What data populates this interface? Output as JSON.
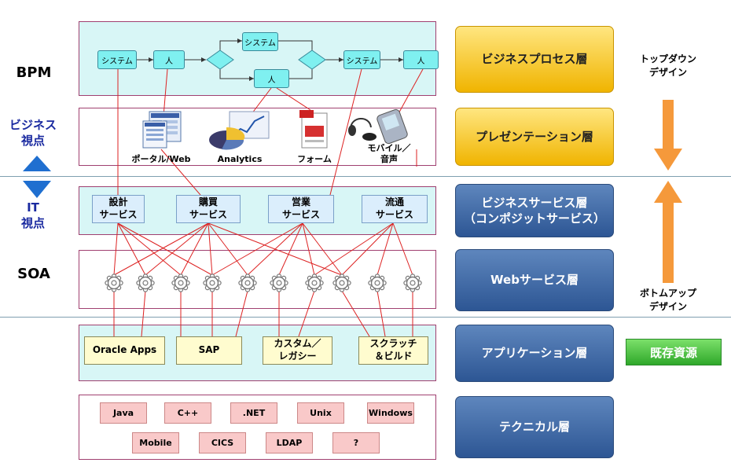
{
  "left_labels": {
    "bpm": "BPM",
    "business_view": [
      "ビジネス",
      "視点"
    ],
    "it_view": [
      "IT",
      "視点"
    ],
    "soa": "SOA"
  },
  "process_nodes": {
    "system1": "システム",
    "person1": "人",
    "system2": "システム",
    "person2": "人",
    "system3": "システム",
    "person3": "人"
  },
  "presentation_icons": {
    "portal": "ポータル/Web",
    "analytics": "Analytics",
    "form": "フォーム",
    "mobile": [
      "モバイル／",
      "音声"
    ]
  },
  "business_services": [
    [
      "設計",
      "サービス"
    ],
    [
      "購買",
      "サービス"
    ],
    [
      "営業",
      "サービス"
    ],
    [
      "流通",
      "サービス"
    ]
  ],
  "applications": {
    "oracle": "Oracle Apps",
    "sap": "SAP",
    "custom": [
      "カスタム／",
      "レガシー"
    ],
    "scratch": [
      "スクラッチ",
      "＆ビルド"
    ]
  },
  "technical": {
    "java": "Java",
    "cpp": "C++",
    "net": ".NET",
    "unix": "Unix",
    "windows": "Windows",
    "mobile": "Mobile",
    "cics": "CICS",
    "ldap": "LDAP",
    "unknown": "?"
  },
  "layers": {
    "business_process": "ビジネスプロセス層",
    "presentation": "プレゼンテーション層",
    "business_service": [
      "ビジネスサービス層",
      "（コンポジットサービス）"
    ],
    "web_service": "Webサービス層",
    "application": "アプリケーション層",
    "technical": "テクニカル層"
  },
  "right": {
    "top_down": [
      "トップダウン",
      "デザイン"
    ],
    "bottom_up": [
      "ボトムアップ",
      "デザイン"
    ],
    "legacy": "既存資源"
  },
  "colors": {
    "panel": "#d8f6f6",
    "panel_border": "#a04070",
    "gold_layer": "#f0b400",
    "blue_layer": "#2d5694",
    "arrow": "#f5993b",
    "line": "#dd2222",
    "legacy": "#2fa82a"
  }
}
